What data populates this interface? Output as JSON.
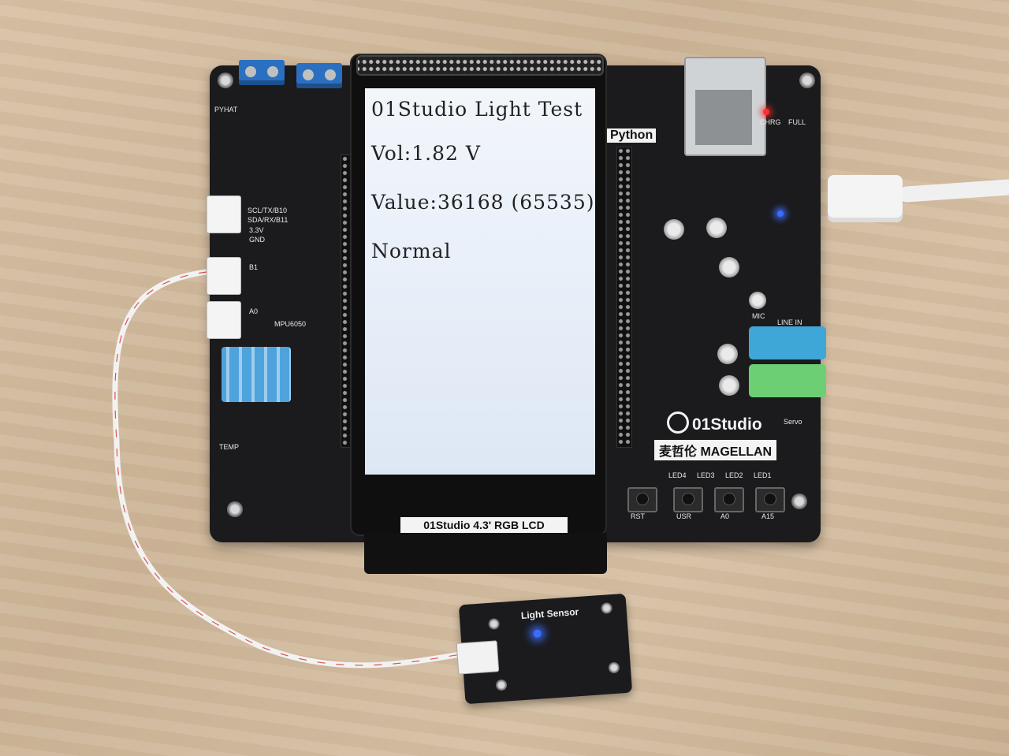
{
  "lcd": {
    "lines": [
      "01Studio Light Test",
      "Vol:1.82 V",
      "Value:36168 (65535)",
      "Normal"
    ],
    "label": "01Studio 4.3' RGB LCD"
  },
  "board": {
    "brand": "01Studio",
    "model": "麦哲伦 MAGELLAN",
    "python": "Python",
    "silk": {
      "pyhat": "PYHAT",
      "scl": "SCL/TX/B10",
      "sda": "SDA/RX/B11",
      "v33": "3.3V",
      "gnd": "GND",
      "b1": "B1",
      "a0": "A0",
      "mpu": "MPU6050",
      "temp": "TEMP",
      "line_in": "LINE IN",
      "mic": "MIC",
      "servo": "Servo",
      "chrg": "CHRG",
      "full": "FULL",
      "led4": "LED4",
      "led3": "LED3",
      "led2": "LED2",
      "led1": "LED1",
      "rst": "RST",
      "usr": "USR",
      "a0_btn": "A0",
      "a15": "A15"
    }
  },
  "sensor": {
    "title": "Light Sensor"
  },
  "colors": {
    "pcb": "#1b1b1d",
    "screen": "#e8eff9",
    "terminal": "#2a6fc0",
    "jack_blue": "#3fa6d8",
    "jack_green": "#6ccf74",
    "led_blue": "#3a6cff"
  }
}
